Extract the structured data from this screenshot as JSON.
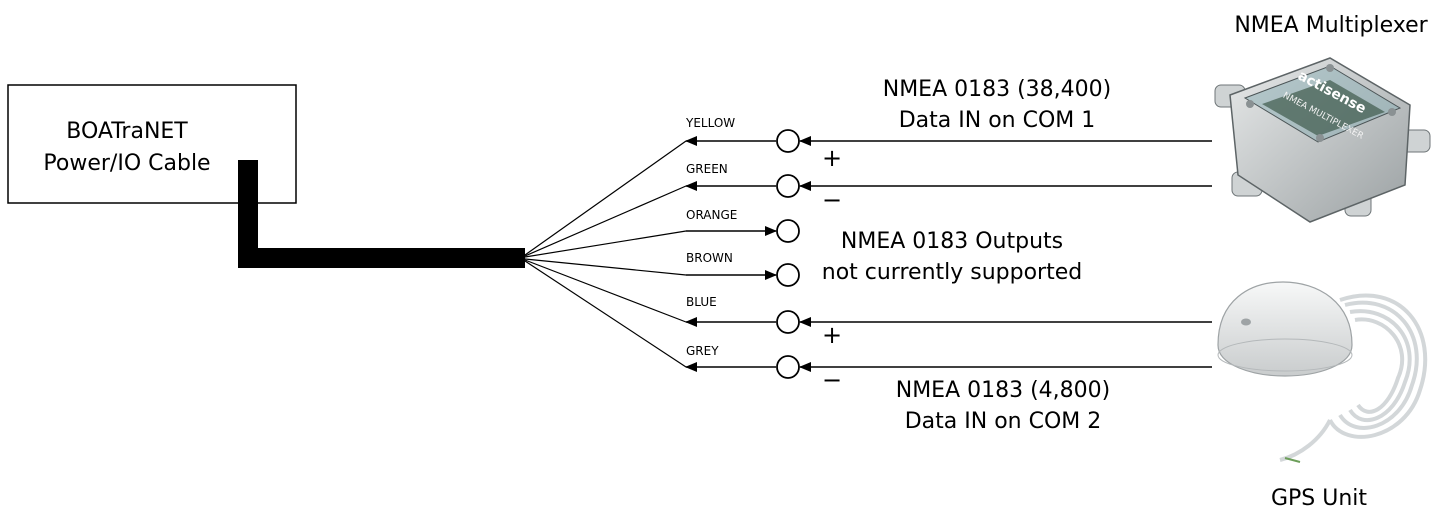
{
  "cable_box": {
    "line1": "BOATraNET",
    "line2": "Power/IO Cable"
  },
  "wires": [
    {
      "color_label": "YELLOW",
      "direction": "in",
      "polarity": "+"
    },
    {
      "color_label": "GREEN",
      "direction": "in",
      "polarity": "−"
    },
    {
      "color_label": "ORANGE",
      "direction": "out",
      "polarity": ""
    },
    {
      "color_label": "BROWN",
      "direction": "out",
      "polarity": ""
    },
    {
      "color_label": "BLUE",
      "direction": "in",
      "polarity": "+"
    },
    {
      "color_label": "GREY",
      "direction": "in",
      "polarity": "−"
    }
  ],
  "labels": {
    "com1_line1": "NMEA 0183 (38,400)",
    "com1_line2": "Data IN on COM 1",
    "outputs_line1": "NMEA 0183 Outputs",
    "outputs_line2": "not currently supported",
    "com2_line1": "NMEA 0183 (4,800)",
    "com2_line2": "Data IN on COM 2"
  },
  "devices": {
    "multiplexer": {
      "label": "NMEA Multiplexer",
      "brand_text": "actisense",
      "product_text": "NMEA MULTIPLEXER"
    },
    "gps": {
      "label": "GPS Unit"
    }
  }
}
